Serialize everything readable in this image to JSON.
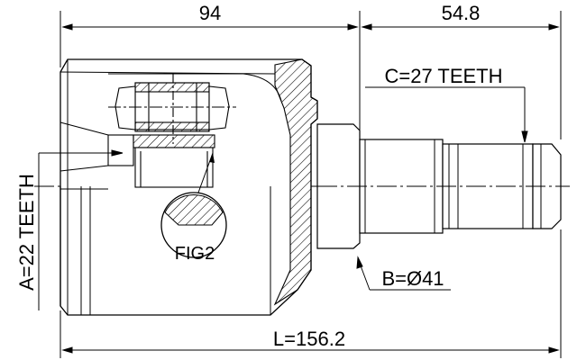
{
  "dimensions": {
    "top_left": "94",
    "top_right": "54.8",
    "overall_length": "L=156.2"
  },
  "callouts": {
    "spline_outer": "C=27 TEETH",
    "spline_inner": "A=22 TEETH",
    "diameter": "B=Ø41",
    "detail": "FIG2"
  }
}
